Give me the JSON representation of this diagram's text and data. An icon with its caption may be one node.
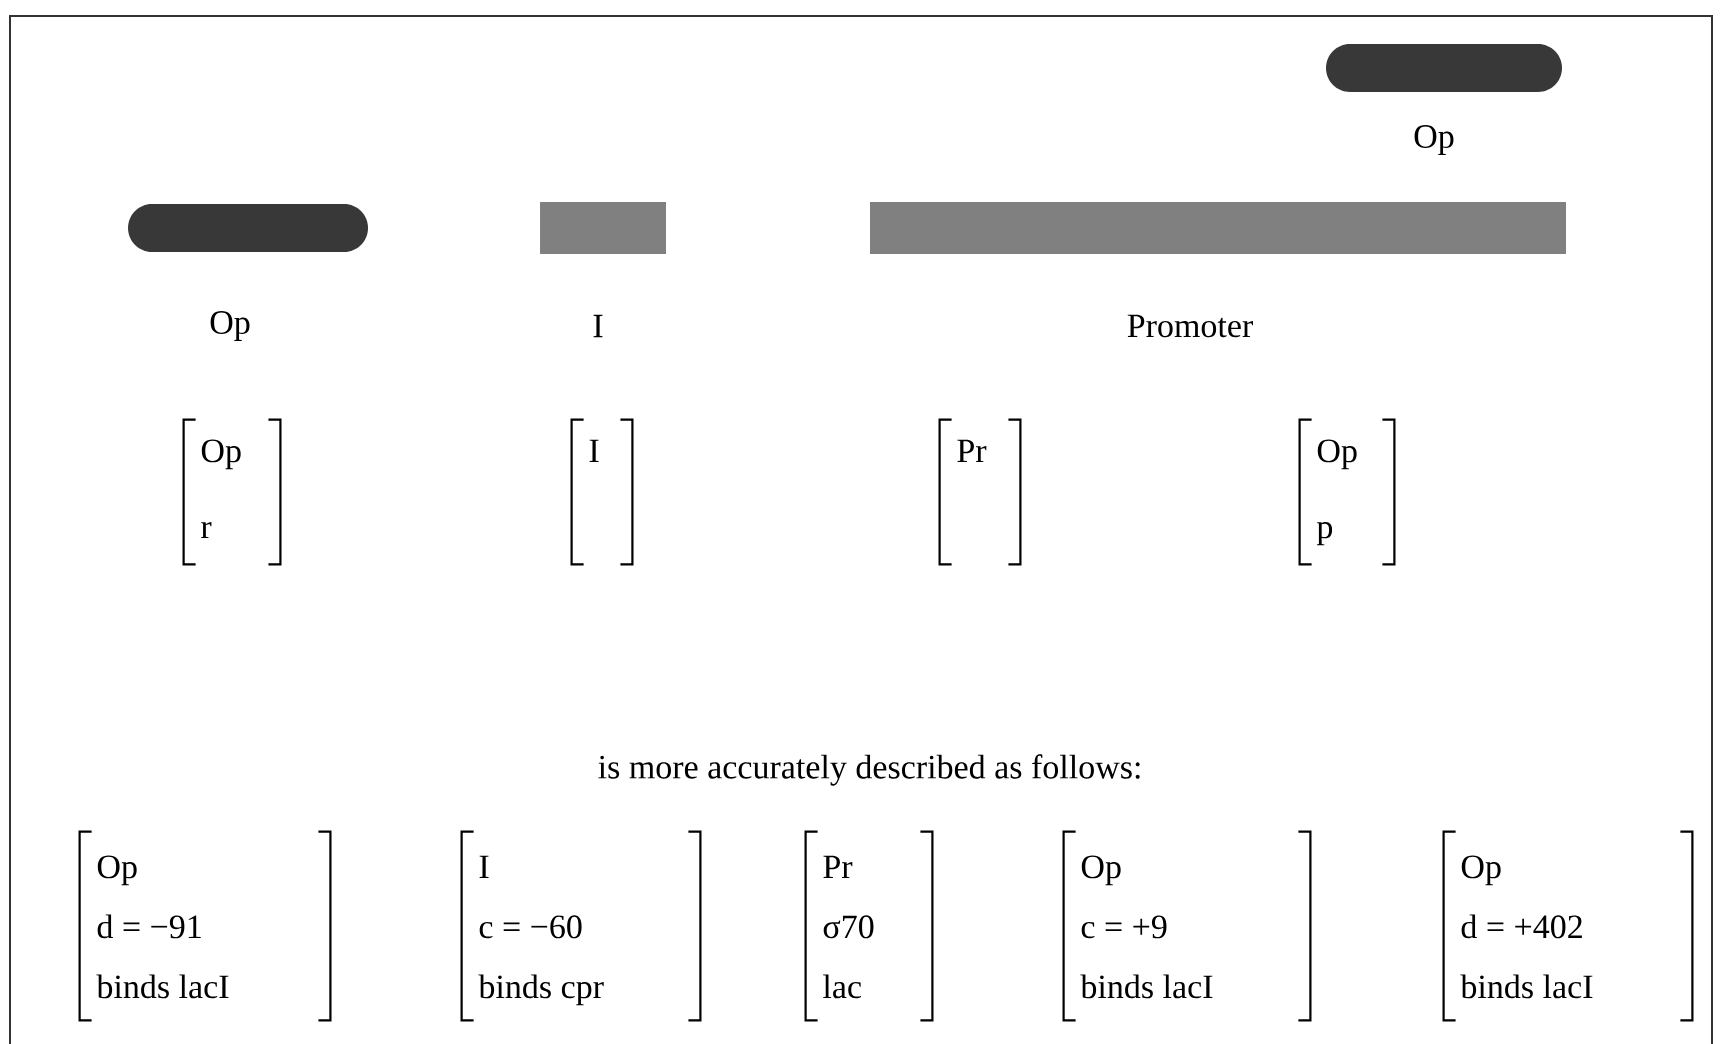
{
  "diagram": {
    "nodes": [
      {
        "text": [
          "Op"
        ]
      },
      {
        "text": [
          "Op"
        ]
      },
      {
        "text": [
          "I"
        ]
      },
      {
        "text": [
          "Promoter"
        ]
      },
      {
        "text": [
          "Op",
          "r"
        ]
      },
      {
        "text": [
          "I"
        ]
      },
      {
        "text": [
          "Pr"
        ]
      },
      {
        "text": [
          "Op",
          "p"
        ]
      },
      {
        "text": [
          "Op",
          "d = −91",
          "binds lacI"
        ]
      },
      {
        "text": [
          "I",
          "c = −60",
          "binds cpr"
        ]
      },
      {
        "text": [
          "Pr",
          "σ70",
          "lac"
        ]
      },
      {
        "text": [
          "Op",
          "c = +9",
          "binds lacI"
        ]
      },
      {
        "text": [
          "Op",
          "d = +402",
          "binds lacI"
        ]
      }
    ],
    "labels": [
      "is more accurately described as follows:"
    ]
  }
}
